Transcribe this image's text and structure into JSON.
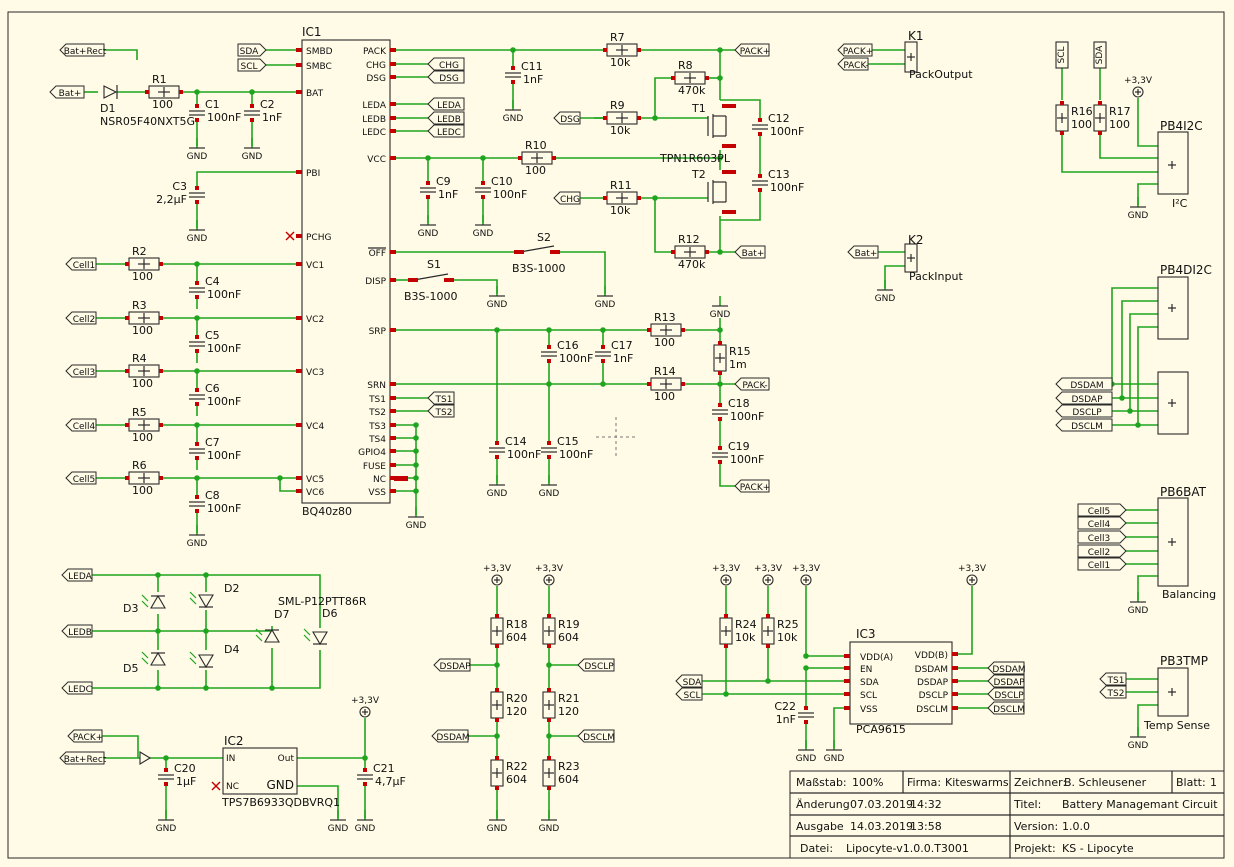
{
  "colors": {
    "background": "#fffbe6",
    "wire": "#1fa51f",
    "pin": "#c40000",
    "line": "#2a2a2a"
  },
  "ic1": {
    "name": "IC1",
    "value": "BQ40z80",
    "left_pins": [
      "SMBD",
      "SMBC",
      "BAT",
      "PBI",
      "PCHG",
      "VC1",
      "VC2",
      "VC3",
      "VC4",
      "VC5",
      "VC6"
    ],
    "right_pins": [
      "PACK",
      "CHG",
      "DSG",
      "LEDA",
      "LEDB",
      "LEDC",
      "VCC",
      "OFF",
      "DISP",
      "SRP",
      "SRN",
      "TS1",
      "TS2",
      "TS3",
      "TS4",
      "GPIO4",
      "FUSE",
      "NC",
      "VSS"
    ]
  },
  "ic2": {
    "name": "IC2",
    "value": "TPS7B6933QDBVRQ1",
    "pins": [
      "IN",
      "NC",
      "Out",
      "GND"
    ]
  },
  "ic3": {
    "name": "IC3",
    "value": "PCA9615",
    "left_pins": [
      "VDD(A)",
      "EN",
      "SDA",
      "SCL",
      "VSS"
    ],
    "right_pins": [
      "VDD(B)",
      "DSDAM",
      "DSDAP",
      "DSCLP",
      "DSCLM"
    ]
  },
  "net_labels": {
    "bat_rect": "Bat+Rect",
    "bat": "Bat+",
    "sda": "SDA",
    "scl": "SCL",
    "chg": "CHG",
    "dsg": "DSG",
    "leda": "LEDA",
    "ledb": "LEDB",
    "ledc": "LEDC",
    "pack": "PACK+",
    "packm": "PACK-",
    "ts1": "TS1",
    "ts2": "TS2",
    "dsdap": "DSDAP",
    "dsdam": "DSDAM",
    "dsclp": "DSCLP",
    "dsclm": "DSCLM",
    "cell1": "Cell1",
    "cell2": "Cell2",
    "cell3": "Cell3",
    "cell4": "Cell4",
    "cell5": "Cell5",
    "v33": "+3,3V",
    "gnd": "GND"
  },
  "parts": {
    "r1": [
      "R1",
      "100"
    ],
    "r2": [
      "R2",
      "100"
    ],
    "r3": [
      "R3",
      "100"
    ],
    "r4": [
      "R4",
      "100"
    ],
    "r5": [
      "R5",
      "100"
    ],
    "r6": [
      "R6",
      "100"
    ],
    "r7": [
      "R7",
      "10k"
    ],
    "r8": [
      "R8",
      "470k"
    ],
    "r9": [
      "R9",
      "10k"
    ],
    "r10": [
      "R10",
      "100"
    ],
    "r11": [
      "R11",
      "10k"
    ],
    "r12": [
      "R12",
      "470k"
    ],
    "r13": [
      "R13",
      "100"
    ],
    "r14": [
      "R14",
      "100"
    ],
    "r15": [
      "R15",
      "1m"
    ],
    "r16": [
      "R16",
      "100"
    ],
    "r17": [
      "R17",
      "100"
    ],
    "r18": [
      "R18",
      "604"
    ],
    "r19": [
      "R19",
      "604"
    ],
    "r20": [
      "R20",
      "120"
    ],
    "r21": [
      "R21",
      "120"
    ],
    "r22": [
      "R22",
      "604"
    ],
    "r23": [
      "R23",
      "604"
    ],
    "r24": [
      "R24",
      "10k"
    ],
    "r25": [
      "R25",
      "10k"
    ],
    "c1": [
      "C1",
      "100nF"
    ],
    "c2": [
      "C2",
      "1nF"
    ],
    "c3": [
      "C3",
      "2,2µF"
    ],
    "c4": [
      "C4",
      "100nF"
    ],
    "c5": [
      "C5",
      "100nF"
    ],
    "c6": [
      "C6",
      "100nF"
    ],
    "c7": [
      "C7",
      "100nF"
    ],
    "c8": [
      "C8",
      "100nF"
    ],
    "c9": [
      "C9",
      "1nF"
    ],
    "c10": [
      "C10",
      "100nF"
    ],
    "c11": [
      "C11",
      "1nF"
    ],
    "c12": [
      "C12",
      "100nF"
    ],
    "c13": [
      "C13",
      "100nF"
    ],
    "c14": [
      "C14",
      "100nF"
    ],
    "c15": [
      "C15",
      "100nF"
    ],
    "c16": [
      "C16",
      "100nF"
    ],
    "c17": [
      "C17",
      "1nF"
    ],
    "c18": [
      "C18",
      "100nF"
    ],
    "c19": [
      "C19",
      "100nF"
    ],
    "c20": [
      "C20",
      "1µF"
    ],
    "c21": [
      "C21",
      "4,7µF"
    ],
    "c22": [
      "C22",
      "1nF"
    ],
    "d1": [
      "D1",
      "NSR05F40NXT5G"
    ],
    "t1": [
      "T1",
      "TPN1R603PL"
    ],
    "t2": [
      "T2",
      ""
    ],
    "s1": [
      "S1",
      "B3S-1000"
    ],
    "s2": [
      "S2",
      "B3S-1000"
    ],
    "d2": "D2",
    "d3": "D3",
    "d4": "D4",
    "d5": "D5",
    "d6": "D6",
    "d7": "D7",
    "led_value": "SML-P12PTT86R"
  },
  "connectors": {
    "k1": [
      "K1",
      "PackOutput"
    ],
    "k2": [
      "K2",
      "PackInput"
    ],
    "pb4i2c": [
      "PB4I2C",
      "I²C"
    ],
    "pb4di2c": [
      "PB4DI2C",
      ""
    ],
    "pb6bat": [
      "PB6BAT",
      "Balancing"
    ],
    "pb3tmp": [
      "PB3TMP",
      "Temp Sense"
    ]
  },
  "title_block": {
    "scale_label": "Maßstab:",
    "scale": "100%",
    "company_label": "Firma:",
    "company": "Kiteswarms",
    "drawer_label": "Zeichner:",
    "drawer": "B. Schleusener",
    "sheet_label": "Blatt:",
    "sheet": "1",
    "change_label": "Änderung",
    "change_date": "07.03.2019",
    "change_time": "14:32",
    "title_label": "Titel:",
    "title": "Battery Managemant Circuit",
    "issue_label": "Ausgabe",
    "issue_date": "14.03.2019",
    "issue_time": "13:58",
    "version_label": "Version:",
    "version": "1.0.0",
    "file_label": "Datei:",
    "file": "Lipocyte-v1.0.0.T3001",
    "project_label": "Projekt:",
    "project": "KS - Lipocyte"
  }
}
